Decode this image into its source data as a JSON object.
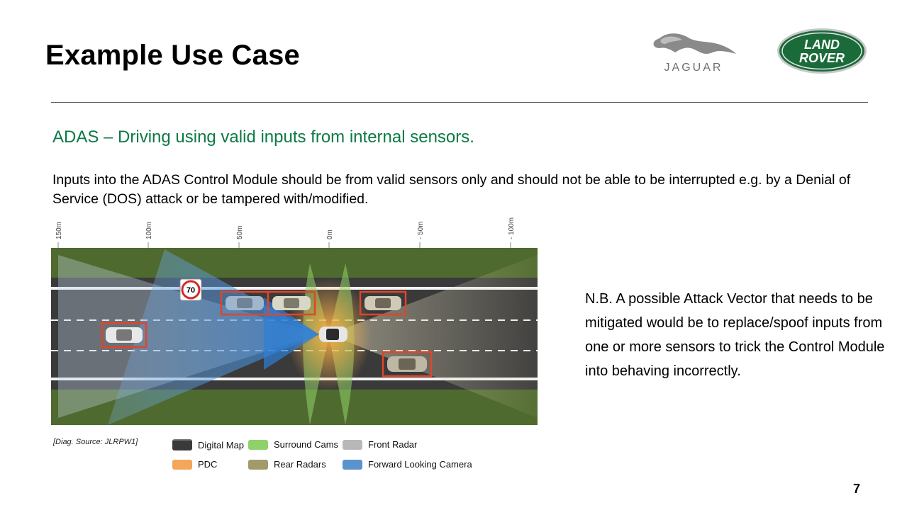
{
  "slide": {
    "title": "Example Use Case",
    "subtitle": "ADAS – Driving using valid inputs from internal sensors.",
    "body": "Inputs into the ADAS Control Module should be from valid sensors only and should not be able to be interrupted e.g. by a Denial of Service (DOS) attack or be tampered with/modified.",
    "note": "N.B. A possible Attack Vector that needs to be mitigated would be to replace/spoof inputs from one or more sensors to trick the Control Module into behaving incorrectly.",
    "page_number": "7"
  },
  "logos": {
    "jaguar": "JAGUAR",
    "landrover_line1": "LAND",
    "landrover_line2": "ROVER"
  },
  "diagram": {
    "source": "[Diag. Source: JLRPW1]",
    "distance_marks": [
      "150m",
      "100m",
      "50m",
      "0m",
      "- 50m",
      "- 100m"
    ],
    "speed_sign": "70",
    "legend": [
      {
        "label": "Digital Map",
        "color": "#3a3a3a"
      },
      {
        "label": "Surround Cams",
        "color": "#8fd16a"
      },
      {
        "label": "Front Radar",
        "color": "#b8b8b8"
      },
      {
        "label": "PDC",
        "color": "#f4a65a"
      },
      {
        "label": "Rear Radars",
        "color": "#a39a6c"
      },
      {
        "label": "Forward Looking Camera",
        "color": "#5b93cf"
      }
    ]
  }
}
